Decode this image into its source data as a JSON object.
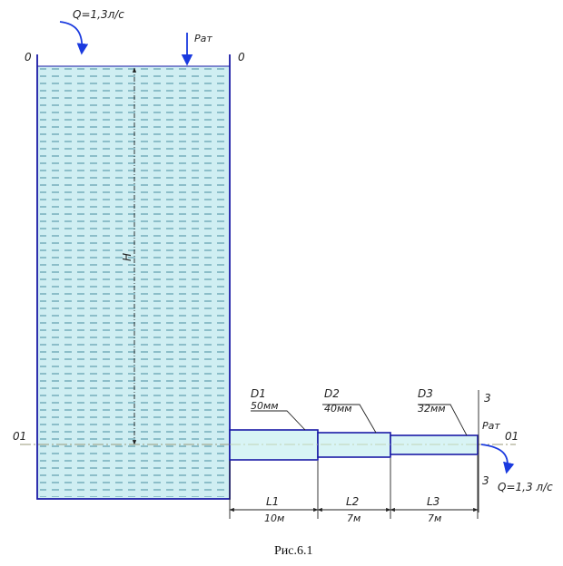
{
  "inflow_label": "Q=1,3л/с",
  "outflow_label": "Q=1,3 л/с",
  "patm_top": "Pат",
  "patm_outlet": "Pат",
  "level_left": "0",
  "level_right": "0",
  "axis_left": "01",
  "axis_right": "01",
  "head_label": "H",
  "section_top": "3",
  "section_bottom": "3",
  "pipes": [
    {
      "d_name": "D1",
      "d_value": "50мм",
      "l_name": "L1",
      "l_value": "10м"
    },
    {
      "d_name": "D2",
      "d_value": "40мм",
      "l_name": "L2",
      "l_value": "7м"
    },
    {
      "d_name": "D3",
      "d_value": "32мм",
      "l_name": "L3",
      "l_value": "7м"
    }
  ],
  "caption": "Рис.6.1",
  "colors": {
    "water": "#cfeef2",
    "dash": "#4a8fa0",
    "pipe_stroke": "#1a1aa6",
    "arrow": "#1a3adf"
  }
}
